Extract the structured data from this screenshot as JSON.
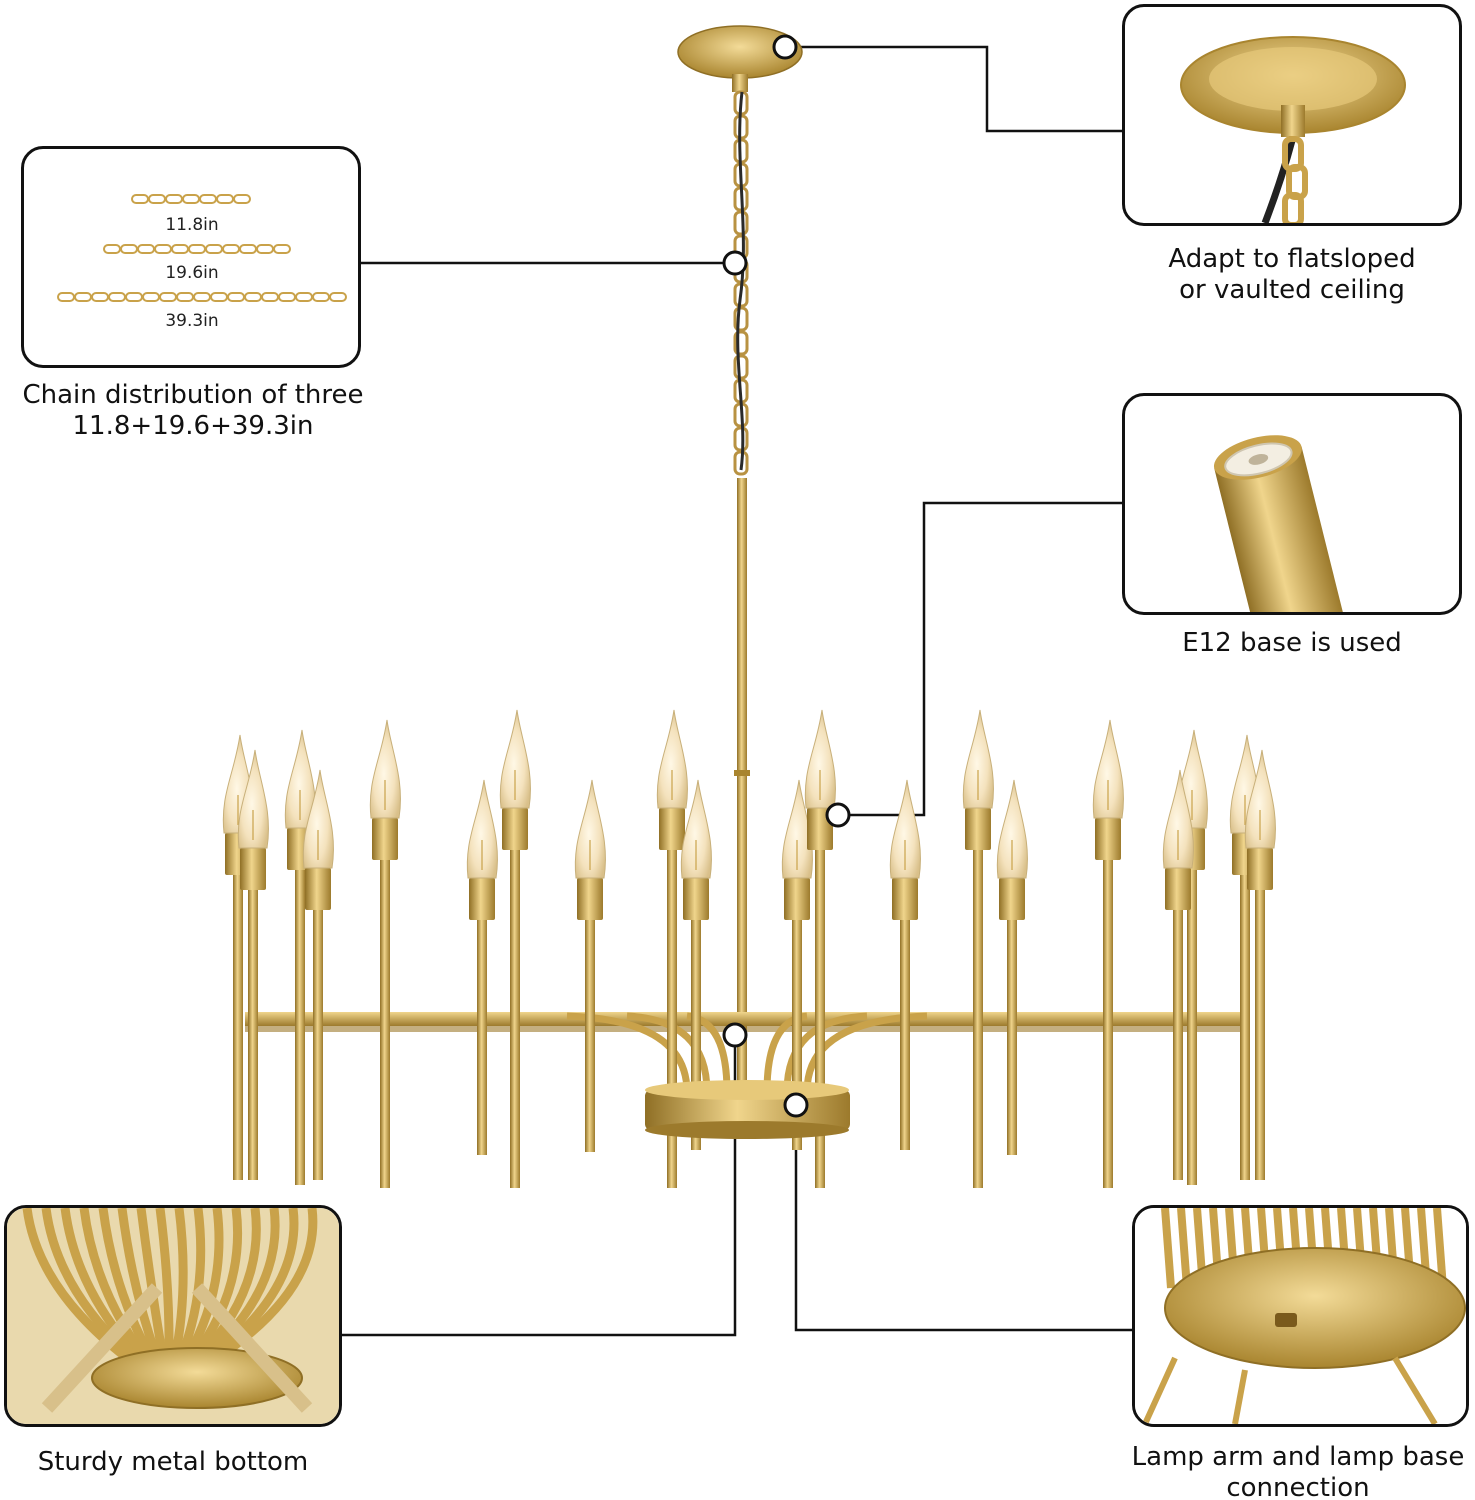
{
  "colors": {
    "gold_light": "#e9c979",
    "gold": "#c9a24a",
    "gold_dark": "#8f6f25",
    "bulb_glow": "#f7ecd4",
    "line": "#111111"
  },
  "callouts": {
    "chain": {
      "lengths": [
        "11.8in",
        "19.6in",
        "39.3in"
      ],
      "caption_line1": "Chain distribution of three",
      "caption_line2": "11.8+19.6+39.3in"
    },
    "canopy": {
      "caption_line1": "Adapt to flatsloped",
      "caption_line2": "or vaulted ceiling"
    },
    "socket": {
      "caption": "E12 base is used"
    },
    "bottom": {
      "caption": "Sturdy metal bottom"
    },
    "connection": {
      "caption_line1": "Lamp arm and lamp base",
      "caption_line2": "connection"
    }
  },
  "icons": {
    "marker": "callout-dot-icon"
  }
}
